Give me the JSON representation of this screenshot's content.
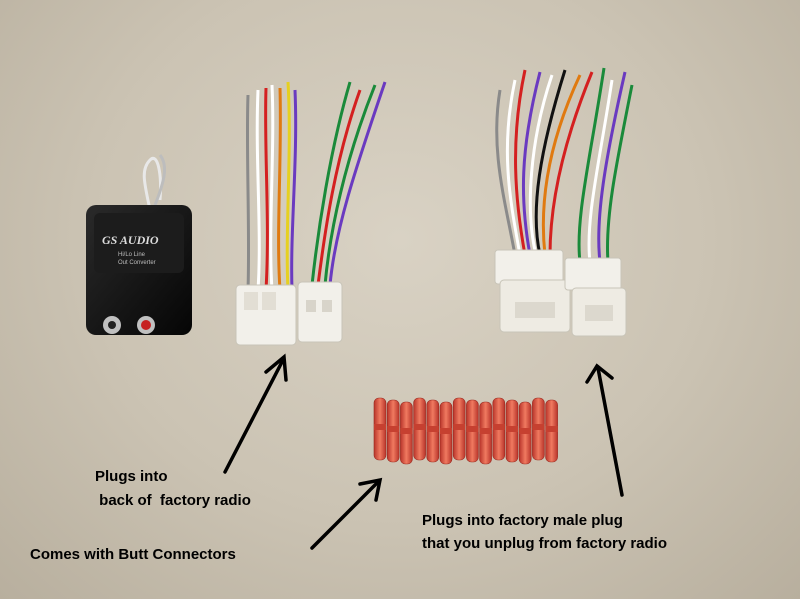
{
  "device": {
    "brand_label": "GS AUDIO",
    "model_label_line1": "Hi/Lo Line",
    "model_label_line2": "Out Converter"
  },
  "captions": {
    "radio_plug_line1": "Plugs into",
    "radio_plug_line2": " back of  factory radio",
    "butt_connectors": "Comes with Butt Connectors",
    "male_plug_line1": "Plugs into factory male plug",
    "male_plug_line2": "that you unplug from factory radio"
  },
  "colors": {
    "background": "#cfc8b9",
    "device_body": "#141414",
    "connector_body": "#f2f0ea",
    "butt_connector": "#d8503a",
    "arrow": "#000000",
    "wire_colors": [
      "#8a8a8a",
      "#ffffff",
      "#d42020",
      "#e07a10",
      "#e6d020",
      "#1a8a3a",
      "#6a3ac0",
      "#111111"
    ]
  }
}
